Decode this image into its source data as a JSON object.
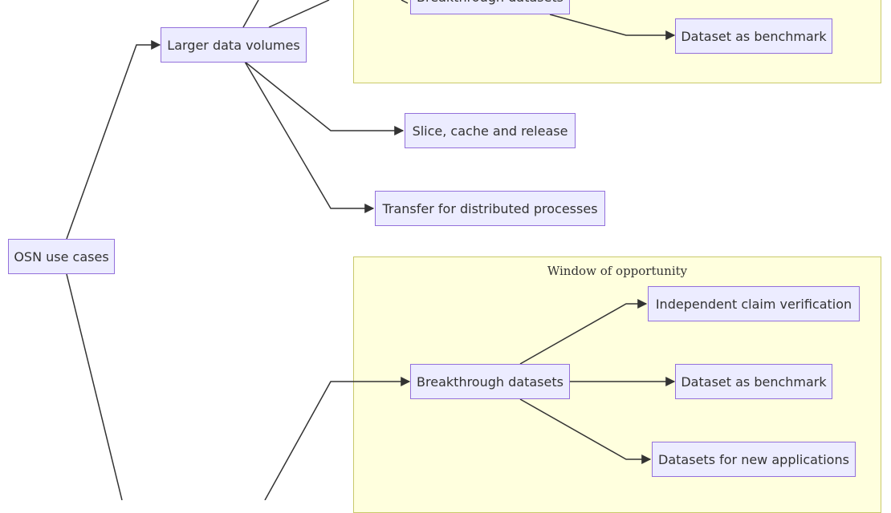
{
  "diagram": {
    "root": "OSN use cases",
    "larger_data_volumes": "Larger data volumes",
    "slice_cache_release": "Slice, cache and release",
    "transfer_distributed": "Transfer for distributed processes",
    "top_breakthrough": "Breakthrough datasets",
    "top_benchmark": "Dataset as benchmark",
    "cluster_title": "Window of opportunity",
    "breakthrough": "Breakthrough datasets",
    "claim_verification": "Independent claim verification",
    "benchmark": "Dataset as benchmark",
    "new_applications": "Datasets for new applications"
  },
  "colors": {
    "node_fill": "#ececff",
    "node_border": "#9370db",
    "cluster_fill": "#ffffde",
    "cluster_border": "#c9c96a",
    "edge": "#333333"
  }
}
